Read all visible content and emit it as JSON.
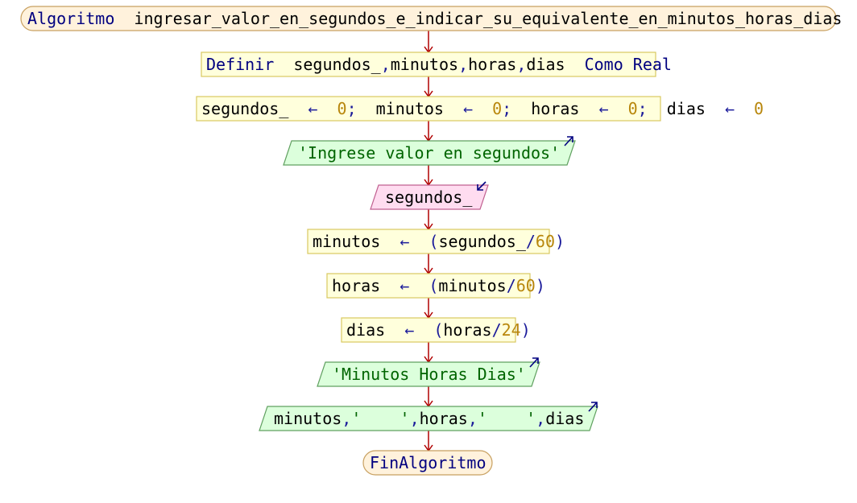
{
  "start": {
    "keyword": "Algoritmo",
    "name": "ingresar_valor_en_segundos_e_indicar_su_equivalente_en_minutos_horas_dias"
  },
  "define": {
    "keyword": "Definir",
    "vars": "segundos_",
    "sep1": ",",
    "v2": "minutos",
    "sep2": ",",
    "v3": "horas",
    "sep3": ",",
    "v4": "dias",
    "type_kw": "Como Real"
  },
  "init": {
    "v1": "segundos_",
    "v2": "minutos",
    "v3": "horas",
    "v4": "dias",
    "arrow": "←",
    "zero": "0",
    "semi": ";"
  },
  "out1": {
    "text": "'Ingrese valor en segundos'"
  },
  "in1": {
    "text": "segundos_"
  },
  "a1": {
    "lhs": "minutos",
    "arrow": "←",
    "p1": "(",
    "expr": "segundos_",
    "div": "/",
    "num": "60",
    "p2": ")"
  },
  "a2": {
    "lhs": "horas",
    "arrow": "←",
    "p1": "(",
    "expr": "minutos",
    "div": "/",
    "num": "60",
    "p2": ")"
  },
  "a3": {
    "lhs": "dias",
    "arrow": "←",
    "p1": "(",
    "expr": "horas",
    "div": "/",
    "num": "24",
    "p2": ")"
  },
  "out2": {
    "text": "'Minutos Horas Dias'"
  },
  "out3": {
    "a": "minutos",
    "comma1": ",",
    "s1": "'    '",
    "comma2": ",",
    "b": "horas",
    "comma3": ",",
    "s2": "'    '",
    "comma4": ",",
    "c": "dias"
  },
  "end": {
    "text": "FinAlgoritmo"
  },
  "colors": {
    "terminal_fill": "#fff2dc",
    "terminal_stroke": "#c8a060",
    "process_fill": "#ffffdc",
    "process_stroke": "#d8c860",
    "output_fill": "#dcffdc",
    "output_stroke": "#60a060",
    "input_fill": "#ffdcf0",
    "input_stroke": "#c06090",
    "arrow": "#b00000"
  }
}
